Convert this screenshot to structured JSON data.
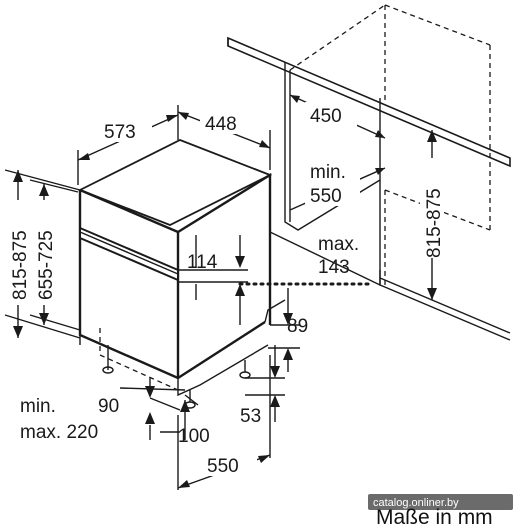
{
  "dimensions": {
    "depth_573": "573",
    "width_448": "448",
    "cabinet_depth_450": "450",
    "min_label": "min.",
    "min_550": "550",
    "max_label": "max.",
    "max_143": "143",
    "niche_height_range": "815-875",
    "left_height_range": "815-875",
    "body_height_range": "655-725",
    "panel_114": "114",
    "plinth_89": "89",
    "foot_min_label": "min.",
    "foot_max_label": "max. 220",
    "foot_90": "90",
    "foot_53": "53",
    "foot_100": "100",
    "depth_550": "550"
  },
  "watermark": "catalog.onliner.by",
  "unit_label": "Maße in mm"
}
